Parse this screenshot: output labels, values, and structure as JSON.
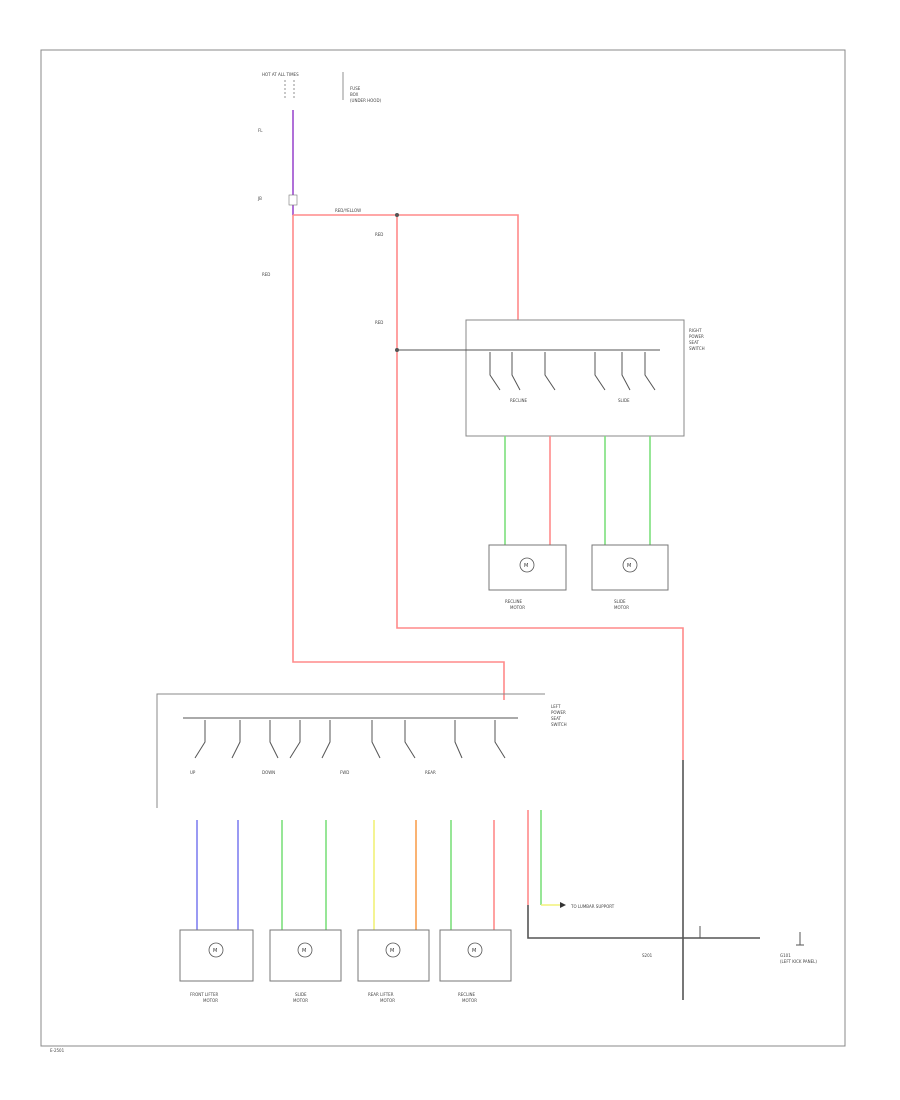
{
  "labels": {
    "hot_at_all_times": "HOT AT ALL TIMES",
    "fuse_box_note_1": "FUSE",
    "fuse_box_note_2": "BOX",
    "fuse_box_note_3": "(UNDER HOOD)",
    "fusible_link": "FL",
    "junction_block": "JB",
    "wire_red_left": "RED",
    "wire_red_right_upper": "RED",
    "wire_red_right_lower": "RED",
    "wire_red_top_run": "RED/YELLOW",
    "right_switch_title_1": "RIGHT",
    "right_switch_title_2": "POWER",
    "right_switch_title_3": "SEAT",
    "right_switch_title_4": "SWITCH",
    "right_term_1": "RECLINE",
    "right_term_2": "SLIDE",
    "right_motor_1_name": "RECLINE",
    "right_motor_1_sub": "MOTOR",
    "right_motor_2_name": "SLIDE",
    "right_motor_2_sub": "MOTOR",
    "left_switch_title_1": "LEFT",
    "left_switch_title_2": "POWER",
    "left_switch_title_3": "SEAT",
    "left_switch_title_4": "SWITCH",
    "left_term_1": "UP",
    "left_term_2": "DOWN",
    "left_term_3": "FWD",
    "left_term_4": "REAR",
    "left_motor_1_name": "FRONT LIFTER",
    "left_motor_1_sub": "MOTOR",
    "left_motor_2_name": "SLIDE",
    "left_motor_2_sub": "MOTOR",
    "left_motor_3_name": "REAR LIFTER",
    "left_motor_3_sub": "MOTOR",
    "left_motor_4_name": "RECLINE",
    "left_motor_4_sub": "MOTOR",
    "motor_symbol": "M",
    "ground_note_1": "G101",
    "ground_note_2": "(LEFT KICK PANEL)",
    "splice_note": "S201",
    "lumbar_note": "TO LUMBAR SUPPORT",
    "footer_code": "E-2501"
  },
  "colors": {
    "red": "#ff8a8a",
    "purple": "#b070d8",
    "green": "#7de07d",
    "blue": "#8080f0",
    "yellow": "#f2f27a",
    "orange": "#f8a050",
    "black": "#555555",
    "frame": "#888888"
  }
}
